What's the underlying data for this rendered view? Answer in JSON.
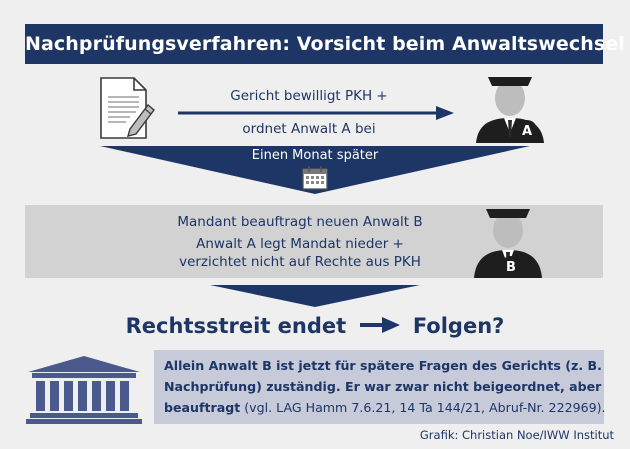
{
  "title": "Nachprüfungsverfahren: Vorsicht beim Anwaltswechsel",
  "step1": {
    "arrow_line1": "Gericht bewilligt PKH +",
    "arrow_line2": "ordnet Anwalt A bei",
    "lawyer_a_badge": "A",
    "icon_document": "document-pen-icon",
    "icon_lawyer": "lawyer-avatar-icon"
  },
  "transition1": {
    "label": "Einen Monat später",
    "icon": "calendar-icon"
  },
  "step2": {
    "line1": "Mandant beauftragt neuen Anwalt B",
    "line2": "Anwalt A legt Mandat nieder +",
    "line3": "verzichtet nicht auf Rechte aus PKH",
    "lawyer_b_badge": "B"
  },
  "result": {
    "left": "Rechtsstreit endet",
    "right": "Folgen?",
    "arrow_icon": "arrow-right-icon"
  },
  "info": {
    "icon": "courthouse-icon",
    "line1": "Allein Anwalt B ist jetzt für spätere Fragen des Gerichts (z. B.",
    "line2": "Nachprüfung) zuständig. Er war zwar nicht beigeordnet, aber",
    "line3_bold": "beauftragt",
    "line3_rest": " (vgl. LAG Hamm 7.6.21, 14 Ta 144/21, Abruf-Nr. 222969)."
  },
  "credit": "Grafik: Christian Noe/IWW Institut",
  "colors": {
    "navy": "#1d3666",
    "band_grey": "#d2d2d2",
    "box_lavender": "#c7cad9",
    "background": "#efefef"
  }
}
